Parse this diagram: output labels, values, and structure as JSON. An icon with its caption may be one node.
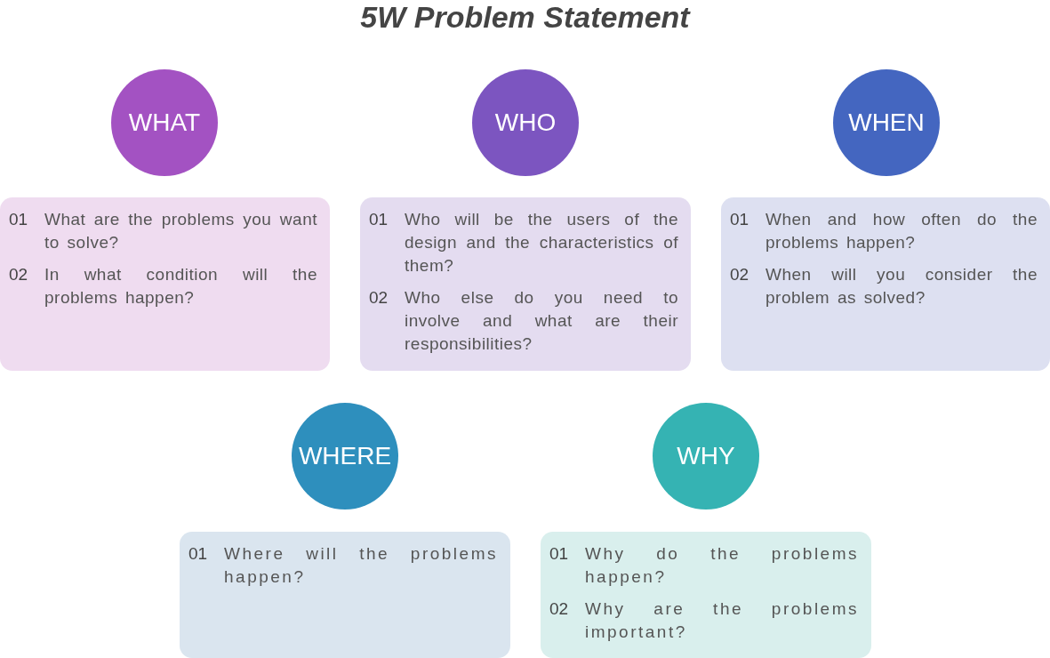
{
  "diagram": {
    "title": "5W Problem Statement",
    "nodes": [
      {
        "text": [
          "WHAT"
        ]
      },
      {
        "text": [
          "WHO"
        ]
      },
      {
        "text": [
          "WHEN"
        ]
      },
      {
        "text": [
          "01",
          "What are the problems you want to solve?",
          "02",
          "In what condition will the problems happen?"
        ]
      },
      {
        "text": [
          "01",
          "Who will be the users of the design and the characteristics of them?",
          "02",
          "Who else do you need to involve and what are their responsibilities?"
        ]
      },
      {
        "text": [
          "01",
          "When and how often do the problems happen?",
          "02",
          "When will you consider the problem as solved?"
        ]
      },
      {
        "text": [
          "WHERE"
        ]
      },
      {
        "text": [
          "WHY"
        ]
      },
      {
        "text": [
          "01",
          "Where will the problems happen?"
        ]
      },
      {
        "text": [
          "01",
          "Why do the problems happen?",
          "02",
          "Why are the problems important?"
        ]
      }
    ],
    "edges": []
  }
}
